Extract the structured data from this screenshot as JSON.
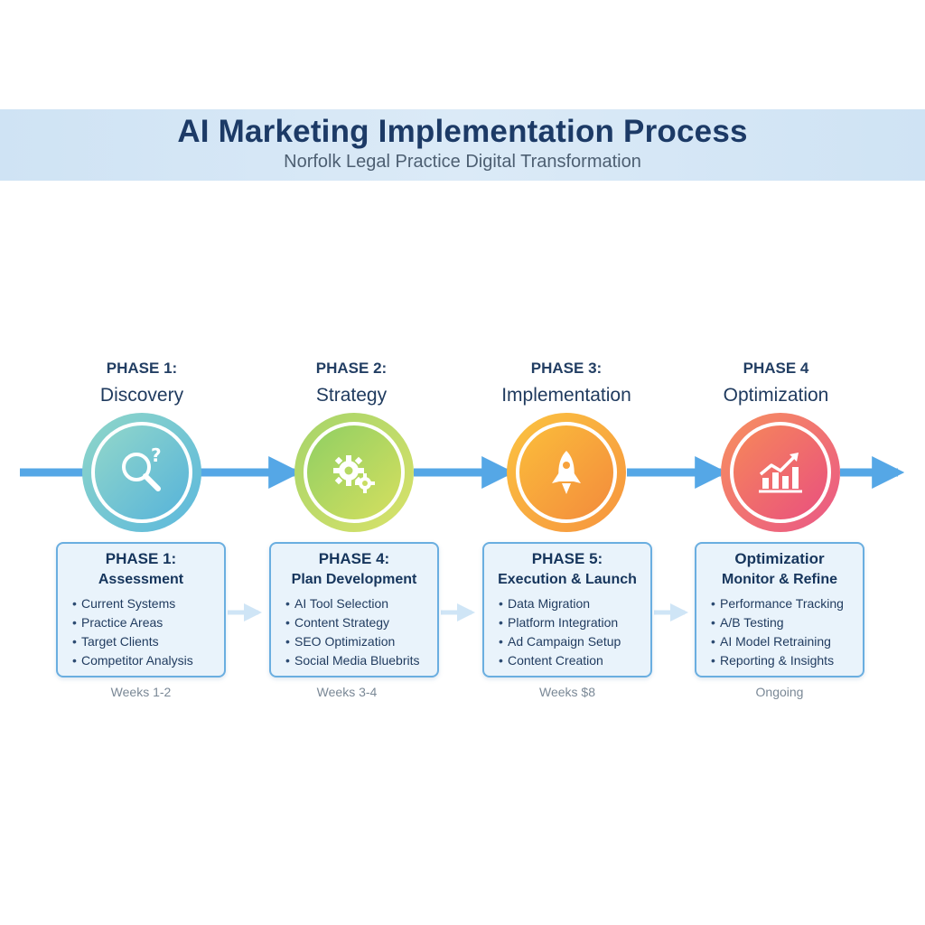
{
  "header": {
    "title": "AI Marketing Implementation Process",
    "subtitle": "Norfolk Legal Practice Digital Transformation"
  },
  "colors": {
    "banner": "#d3e6f6",
    "timeline_arrow": "#55a7e6",
    "card_border": "#6aaee0",
    "card_fill": "#e9f3fb"
  },
  "phases": [
    {
      "number_label": "PHASE 1:",
      "name": "Discovery",
      "icon": "magnifier-question-icon",
      "circle_colors": [
        "#8fd6c8",
        "#5cb8dd"
      ],
      "card_title": "PHASE 1:",
      "card_subtitle": "Assessment",
      "items": [
        "Current Systems",
        "Practice Areas",
        "Target Clients",
        "Competitor Analysis"
      ],
      "duration": "Weeks 1-2"
    },
    {
      "number_label": "PHASE 2:",
      "name": "Strategy",
      "icon": "gears-icon",
      "circle_colors": [
        "#a5d46a",
        "#d9e26a"
      ],
      "card_title": "PHASE 4:",
      "card_subtitle": "Plan Development",
      "items": [
        "AI Tool Selection",
        "Content Strategy",
        "SEO Optimization",
        "Social Media Bluebrits"
      ],
      "duration": "Weeks 3-4"
    },
    {
      "number_label": "PHASE 3:",
      "name": "Implementation",
      "icon": "rocket-icon",
      "circle_colors": [
        "#fbc340",
        "#f6943f"
      ],
      "card_title": "PHASE 5:",
      "card_subtitle": "Execution & Launch",
      "items": [
        "Data Migration",
        "Platform Integration",
        "Ad Campaign Setup",
        "Content Creation"
      ],
      "duration": "Weeks $8"
    },
    {
      "number_label": "PHASE 4",
      "name": "Optimization",
      "icon": "growth-chart-icon",
      "circle_colors": [
        "#f7905e",
        "#ea5786"
      ],
      "card_title": "Optimizatior",
      "card_subtitle": "Monitor & Refine",
      "items": [
        "Performance Tracking",
        "A/B Testing",
        "AI Model Retraining",
        "Reporting & Insights"
      ],
      "duration": "Ongoing"
    }
  ]
}
